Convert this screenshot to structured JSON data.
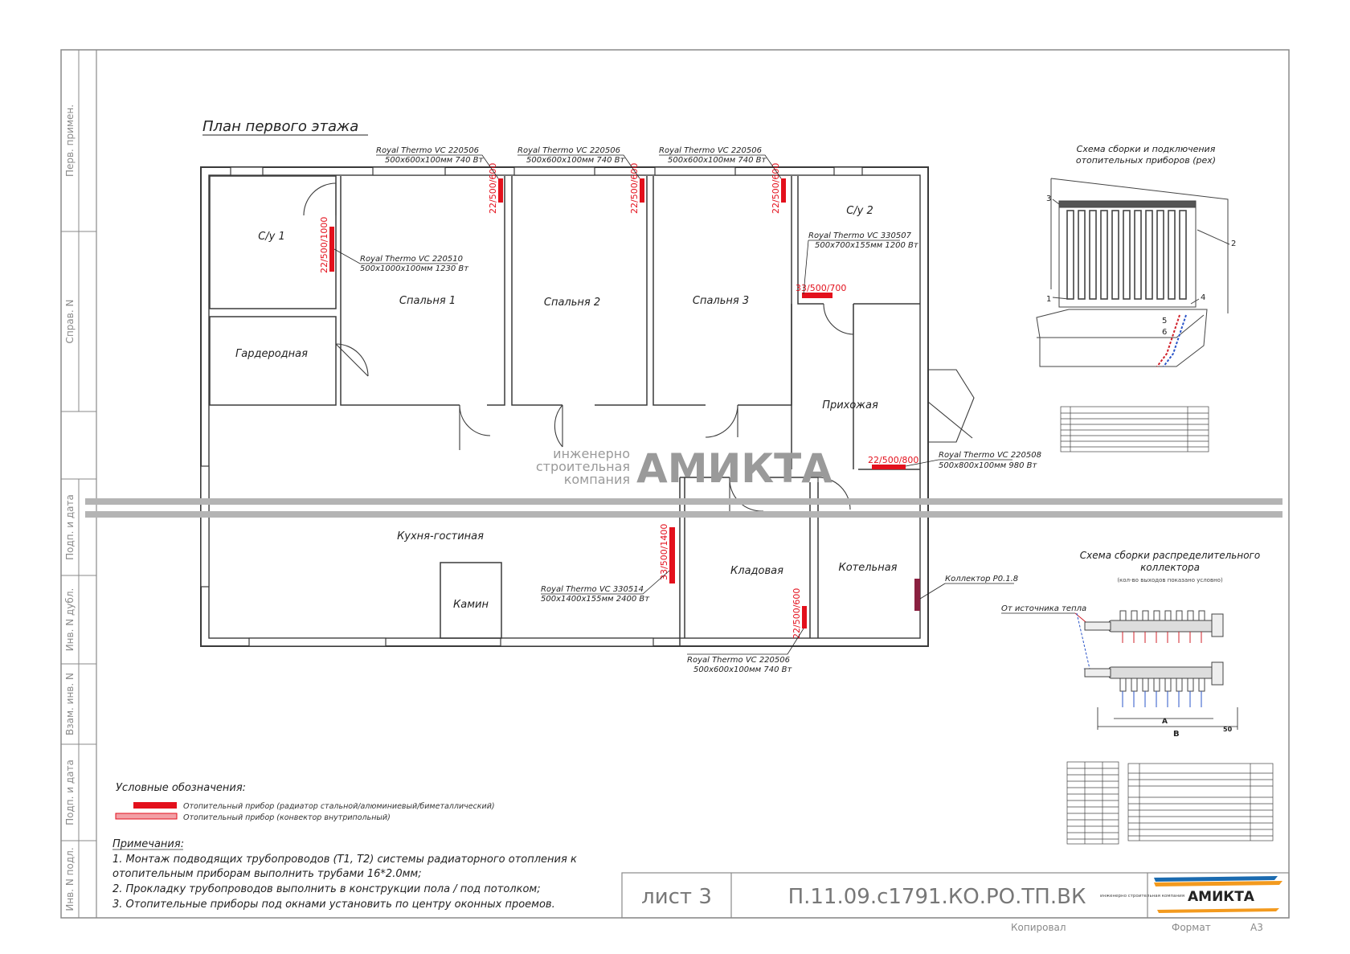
{
  "side_labels": [
    "Перв. примен.",
    "Справ. N",
    "Подп. и дата",
    "Инв. N дубл.",
    "Взам. инв. N",
    "Подп. и дата",
    "Инв. N подл."
  ],
  "plan_title": "План первого этажа",
  "rooms": {
    "su1": "С/у 1",
    "su2": "С/у 2",
    "bedroom1": "Спальня 1",
    "bedroom2": "Спальня 2",
    "bedroom3": "Спальня 3",
    "wardrobe": "Гардеродная",
    "hall": "Прихожая",
    "kitchen": "Кухня-гостиная",
    "fireplace": "Камин",
    "pantry": "Кладовая",
    "boiler": "Котельная"
  },
  "radiators": [
    {
      "id": "r1",
      "model": "Royal Thermo VC 220506",
      "size": "500x600x100мм 740 Вт",
      "tag": "22/500/600"
    },
    {
      "id": "r2",
      "model": "Royal Thermo VC 220506",
      "size": "500x600x100мм 740 Вт",
      "tag": "22/500/600"
    },
    {
      "id": "r3",
      "model": "Royal Thermo VC 220506",
      "size": "500x600x100мм 740 Вт",
      "tag": "22/500/600"
    },
    {
      "id": "r4",
      "model": "Royal Thermo VC 220510",
      "size": "500x1000x100мм 1230 Вт",
      "tag": "22/500/1000"
    },
    {
      "id": "r5",
      "model": "Royal Thermo VC 330507",
      "size": "500x700x155мм 1200 Вт",
      "tag": "33/500/700"
    },
    {
      "id": "r6",
      "model": "Royal Thermo VC 220508",
      "size": "500x800x100мм 980 Вт",
      "tag": "22/500/800"
    },
    {
      "id": "r7",
      "model": "Royal Thermo VC 330514",
      "size": "500x1400x155мм 2400 Вт",
      "tag": "33/500/1400"
    },
    {
      "id": "r8",
      "model": "Royal Thermo VC 220506",
      "size": "500x600x100мм 740 Вт",
      "tag": "22/500/600"
    }
  ],
  "collector_label": "Коллектор Р0.1.8",
  "watermark": {
    "line1": "инженерно",
    "line2": "строительная",
    "line3": "компания",
    "brand": "АМИКТА"
  },
  "scheme1": {
    "title1": "Схема сборки и подключения",
    "title2": "отопительных приборов (рех)",
    "callouts": [
      "1",
      "2",
      "3",
      "4",
      "5",
      "6"
    ]
  },
  "scheme2": {
    "title1": "Схема сборки распределительного",
    "title2": "коллектора",
    "note": "(кол-во выходов показано условно)",
    "source": "От источника тепла",
    "dim_b": "B",
    "dim_a": "A",
    "dim_l": "50"
  },
  "legend": {
    "title": "Условные обозначения:",
    "item1": "Отопительный прибор (радиатор стальной/алюминиевый/биметаллический)",
    "item2": "Отопительный прибор (конвектор внутрипольный)"
  },
  "notes": {
    "title": "Примечания:",
    "n1a": "1. Монтаж подводящих трубопроводов (Т1, Т2) системы радиаторного отопления к",
    "n1b": "отопительным приборам выполнить трубами 16*2.0мм;",
    "n2": "2. Прокладку трубопроводов выполнить в конструкции пола / под потолком;",
    "n3": "3. Отопительные приборы под окнами установить по центру оконных проемов."
  },
  "title_block": {
    "sheet": "лист 3",
    "code": "П.11.09.с1791.КО.РО.ТП.ВК",
    "logo_small": "инженерно строительная компания",
    "logo_brand": "АМИКТА"
  },
  "footer": {
    "copied": "Копировал",
    "format_label": "Формат",
    "format_value": "А3"
  },
  "colors": {
    "radiator": "#e3101c",
    "wall": "#3a3a3a",
    "band": "#b4b4b4",
    "watermark": "#9a9a9a",
    "supply": "#d0202a",
    "return": "#2a54c8",
    "logo_orange": "#f39a1e",
    "logo_blue": "#1b6bb0"
  }
}
